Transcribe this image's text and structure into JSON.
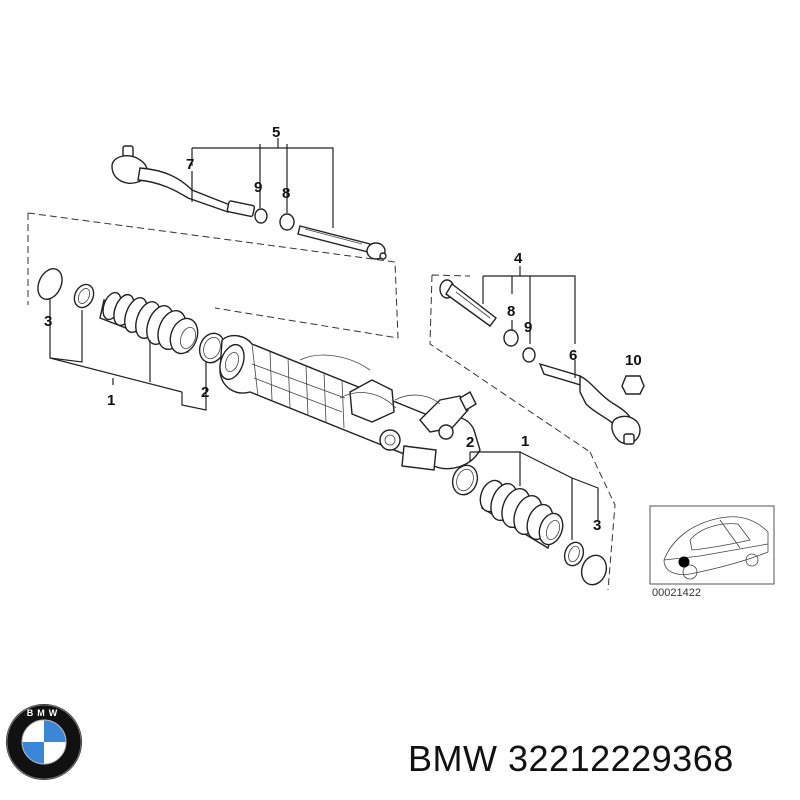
{
  "diagram": {
    "callouts": {
      "top_5": "5",
      "top_7": "7",
      "top_9": "9",
      "top_8": "8",
      "right_4": "4",
      "right_8": "8",
      "right_9": "9",
      "right_6": "6",
      "right_10": "10",
      "left_3": "3",
      "left_1": "1",
      "left_2": "2",
      "low_2": "2",
      "low_1": "1",
      "low_3": "3"
    },
    "inset_code": "00021422"
  },
  "brand": {
    "name": "BMW",
    "logo_letters": "BMW"
  },
  "footer": {
    "brand": "BMW",
    "part_number": "32212229368"
  }
}
